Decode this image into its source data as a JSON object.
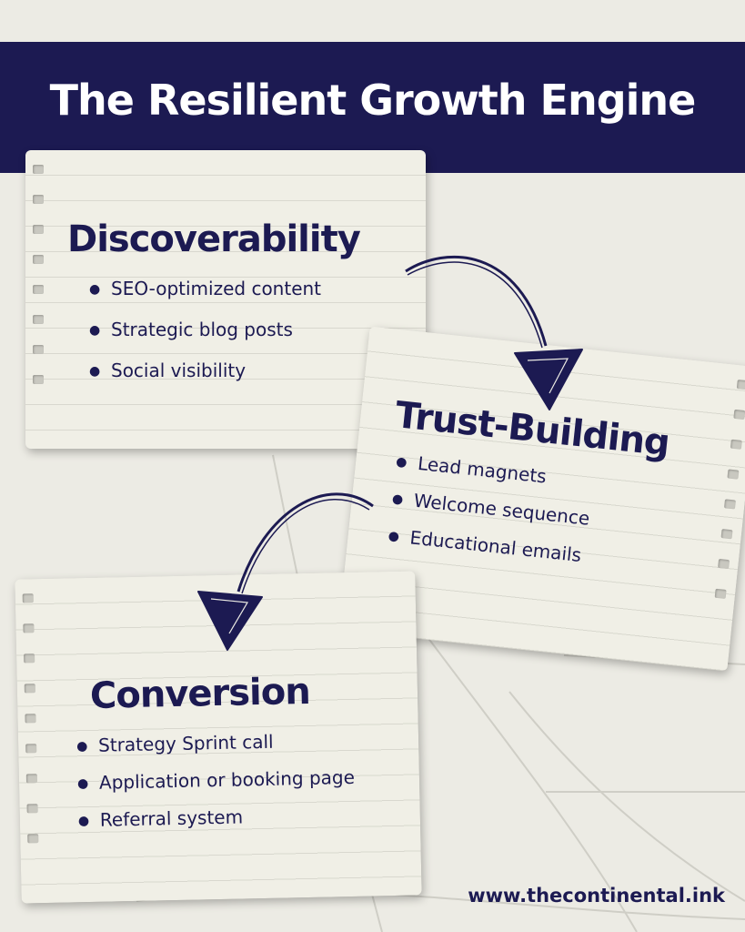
{
  "title": "The Resilient Growth Engine",
  "notes": [
    {
      "heading": "Discoverability",
      "items": [
        "SEO-optimized content",
        "Strategic blog posts",
        "Social visibility"
      ]
    },
    {
      "heading": "Trust-Building",
      "items": [
        "Lead magnets",
        "Welcome sequence",
        "Educational emails"
      ]
    },
    {
      "heading": "Conversion",
      "items": [
        "Strategy Sprint call",
        "Application or booking page",
        "Referral system"
      ]
    }
  ],
  "footer": {
    "url": "www.thecontinental.ink"
  },
  "colors": {
    "navy": "#1c1a52",
    "paper": "#f0efe6",
    "background": "#ecebe4"
  }
}
